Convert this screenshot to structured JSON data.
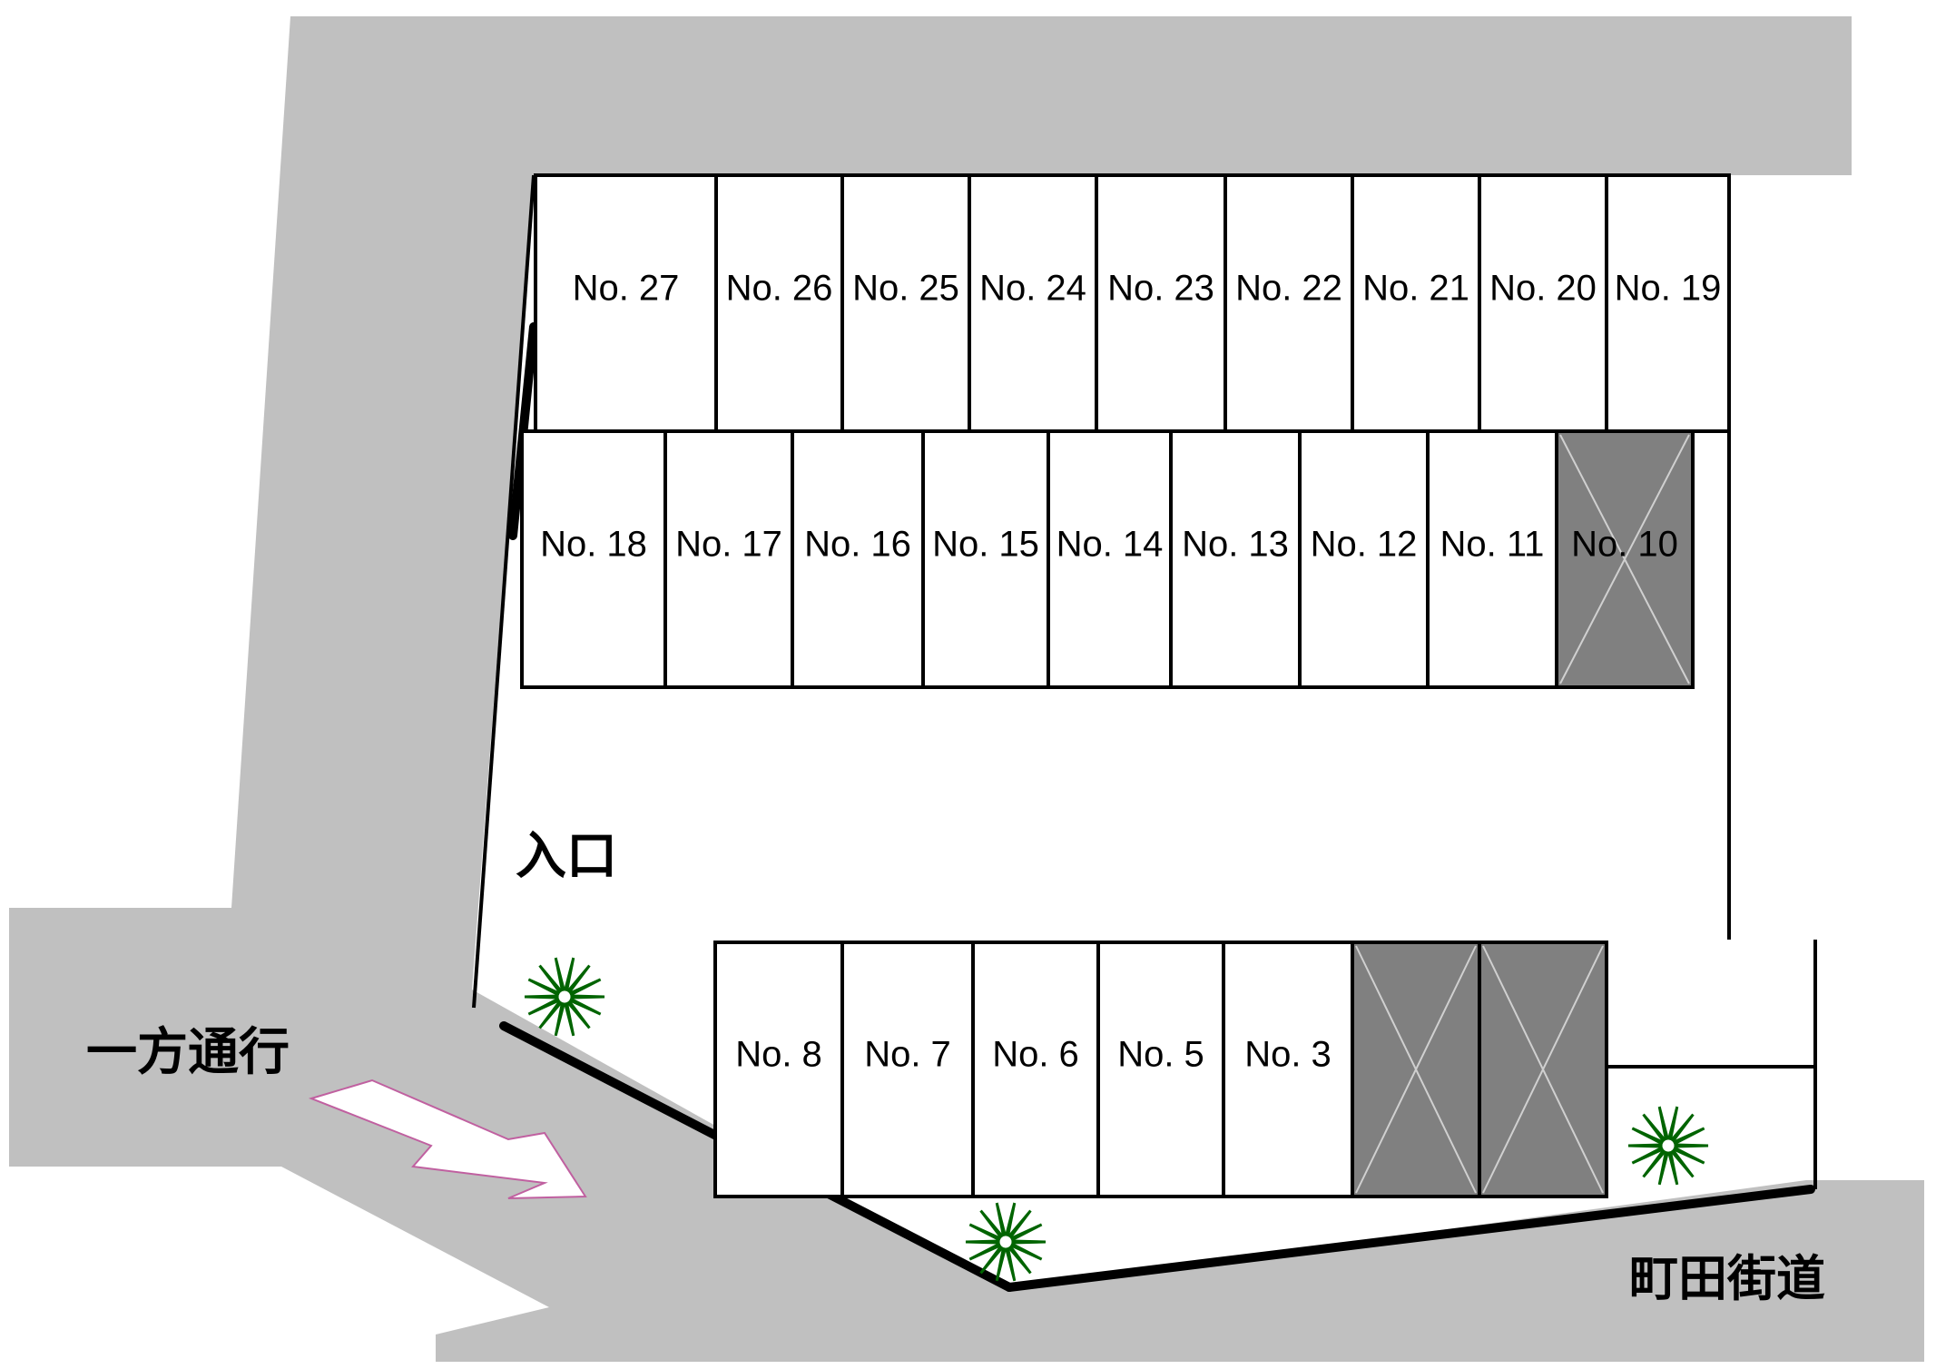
{
  "labels": {
    "entrance": "入口",
    "one_way": "一方通行",
    "road_name": "町田街道"
  },
  "stalls_top_row": [
    "No. 27",
    "No. 26",
    "No. 25",
    "No. 24",
    "No. 23",
    "No. 22",
    "No. 21",
    "No. 20",
    "No. 19"
  ],
  "stalls_middle_row": [
    "No. 18",
    "No. 17",
    "No. 16",
    "No. 15",
    "No. 14",
    "No. 13",
    "No. 12",
    "No. 11",
    "No. 10"
  ],
  "stalls_bottom_row": [
    "No. 8",
    "No. 7",
    "No. 6",
    "No. 5",
    "No. 3"
  ],
  "unavailable_stalls": [
    "No. 10"
  ],
  "colors": {
    "road": "#c0c0c0",
    "unavailable_stall": "#808080",
    "plant": "#0a7a0a",
    "arrow_outline": "#c060a0"
  },
  "icons": {
    "plant": "plant-icon",
    "arrow": "one-way-arrow-icon"
  }
}
